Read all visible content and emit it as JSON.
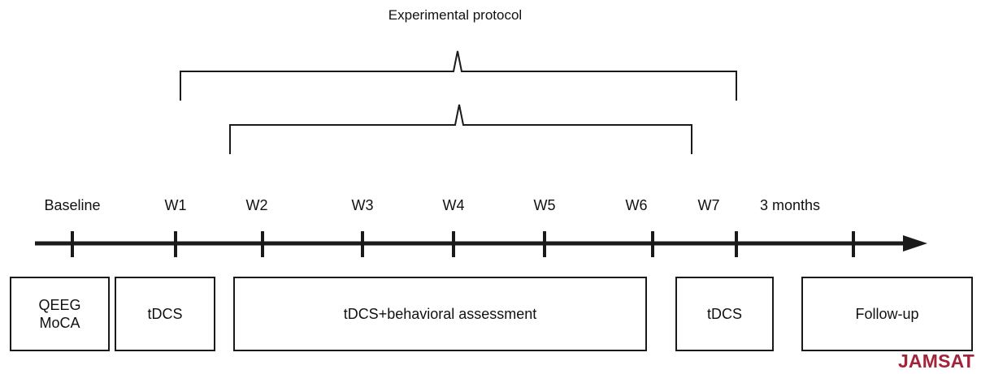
{
  "diagram": {
    "title": "Experimental protocol",
    "timeline_labels": [
      "Baseline",
      "W1",
      "W2",
      "W3",
      "W4",
      "W5",
      "W6",
      "W7",
      "3 months"
    ],
    "boxes": [
      {
        "text": "QEEG\nMoCA"
      },
      {
        "text": "tDCS"
      },
      {
        "text": "tDCS+behavioral assessment"
      },
      {
        "text": "tDCS"
      },
      {
        "text": "Follow-up"
      }
    ],
    "logo": "JAMSAT",
    "colors": {
      "line": "#1a1a1a",
      "logo": "#a3233a",
      "background": "#ffffff"
    }
  }
}
